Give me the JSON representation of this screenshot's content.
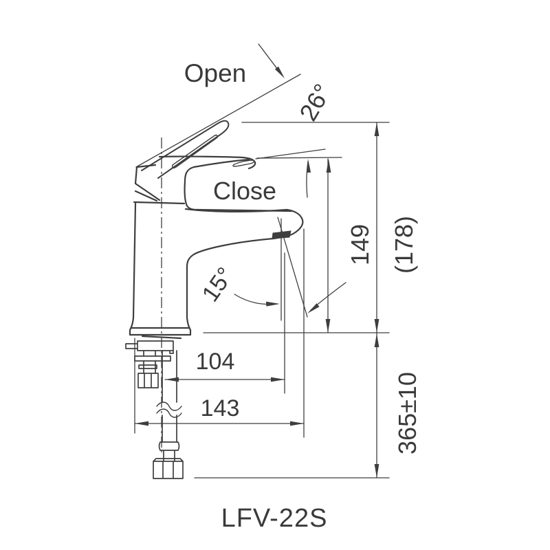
{
  "page": {
    "background": "#ffffff",
    "line_color": "#3e3e3e",
    "text_color": "#3a3a3a"
  },
  "drawing": {
    "model_label": "LFV-22S",
    "handle_open_label": "Open",
    "handle_close_label": "Close",
    "open_angle": "26°",
    "spout_angle": "15°",
    "dim_height_to_handle": "149",
    "dim_height_open_handle": "(178)",
    "dim_hose_length": "365±10",
    "dim_reach_outlet": "104",
    "dim_reach_total": "143"
  }
}
